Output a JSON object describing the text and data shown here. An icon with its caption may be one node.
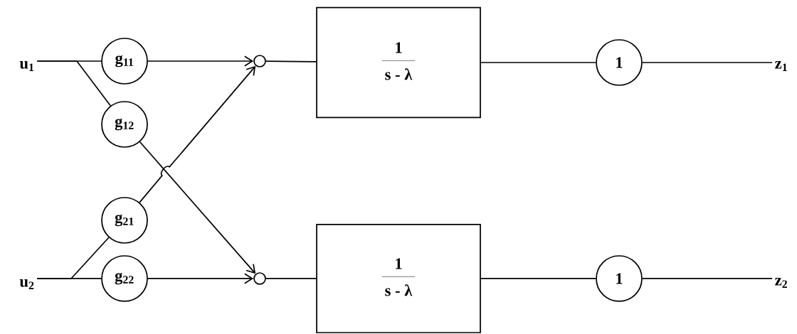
{
  "diagram": {
    "nodes": [
      {
        "text": [
          "u$_{1}$"
        ]
      },
      {
        "text": [
          "u$_{2}$"
        ]
      },
      {
        "text": [
          "g$_{11}$"
        ]
      },
      {
        "text": [
          "g$_{12}$"
        ]
      },
      {
        "text": [
          "g$_{21}$"
        ]
      },
      {
        "text": [
          "g$_{22}$"
        ]
      },
      {
        "text": [],
        "shape": "circle"
      },
      {
        "text": [],
        "shape": "circle"
      },
      {
        "text": [
          "1",
          "s - λ"
        ]
      },
      {
        "text": [
          "1",
          "s - λ"
        ]
      },
      {
        "text": [
          "1"
        ]
      },
      {
        "text": [
          "1"
        ]
      },
      {
        "text": [
          "z$_{1}$"
        ]
      },
      {
        "text": [
          "z$_{2}$"
        ]
      }
    ],
    "edges": [
      {
        "from": 0,
        "to": 2,
        "arrow": "none"
      },
      {
        "from": 0,
        "to": 3,
        "arrow": "none"
      },
      {
        "from": 1,
        "to": 5,
        "arrow": "none"
      },
      {
        "from": 1,
        "to": 4,
        "arrow": "none"
      },
      {
        "from": 2,
        "to": 6,
        "arrow": "to"
      },
      {
        "from": 3,
        "to": 7,
        "arrow": "to"
      },
      {
        "from": 4,
        "to": 6,
        "arrow": "to"
      },
      {
        "from": 5,
        "to": 7,
        "arrow": "to"
      },
      {
        "from": 6,
        "to": 8,
        "arrow": "none"
      },
      {
        "from": 8,
        "to": 10,
        "arrow": "none"
      },
      {
        "from": 10,
        "to": 12,
        "arrow": "none"
      },
      {
        "from": 7,
        "to": 9,
        "arrow": "none"
      },
      {
        "from": 9,
        "to": 11,
        "arrow": "none"
      },
      {
        "from": 11,
        "to": 13,
        "arrow": "none"
      }
    ]
  }
}
